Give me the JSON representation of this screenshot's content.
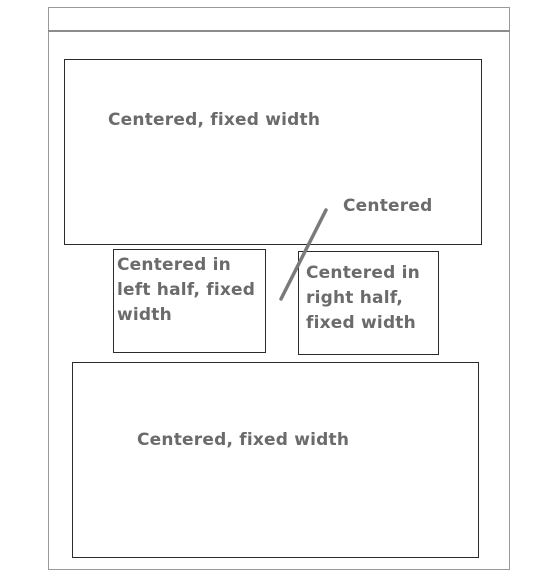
{
  "boxes": {
    "top": {
      "label": "Centered, fixed width"
    },
    "left_half": {
      "label": "Centered in left half, fixed width"
    },
    "right_half": {
      "label": "Centered in right half, fixed width"
    },
    "bottom": {
      "label": "Centered, fixed width"
    }
  },
  "annotation": {
    "label": "Centered"
  },
  "colors": {
    "text": "#6b6b6b",
    "box_border": "#2b2b2b",
    "frame_border": "#9a9a9a",
    "pointer_stroke": "#7a7a7a"
  }
}
